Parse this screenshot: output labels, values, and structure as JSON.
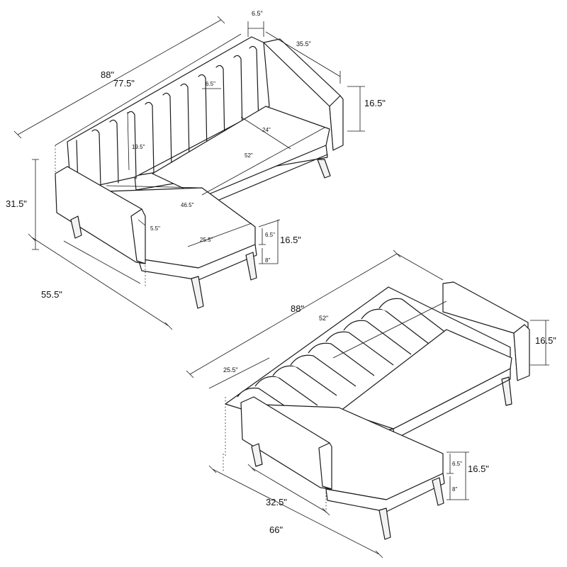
{
  "figure": {
    "top_view": {
      "overall_width": "88\"",
      "back_width": "77.5\"",
      "arm_width": "6.5\"",
      "depth": "35.5\"",
      "back_channel_width": "6.5\"",
      "arm_height": "16.5\"",
      "seat_depth": "24\"",
      "back_height": "19.5\"",
      "seat_width": "52\"",
      "overall_height": "31.5\"",
      "chaise_length": "46.5\"",
      "chaise_cushion_height": "5.5\"",
      "chaise_width": "25.5\"",
      "seat_thickness": "6.5\"",
      "seat_height": "16.5\"",
      "leg_height": "8\"",
      "chaise_total_depth": "55.5\""
    },
    "bed_view": {
      "overall_width": "88\"",
      "bed_width": "52\"",
      "chaise_width": "25.5\"",
      "arm_height": "16.5\"",
      "seat_thickness": "6.5\"",
      "seat_height": "16.5\"",
      "leg_height": "8\"",
      "chaise_length": "32.5\"",
      "total_length": "66\""
    }
  }
}
